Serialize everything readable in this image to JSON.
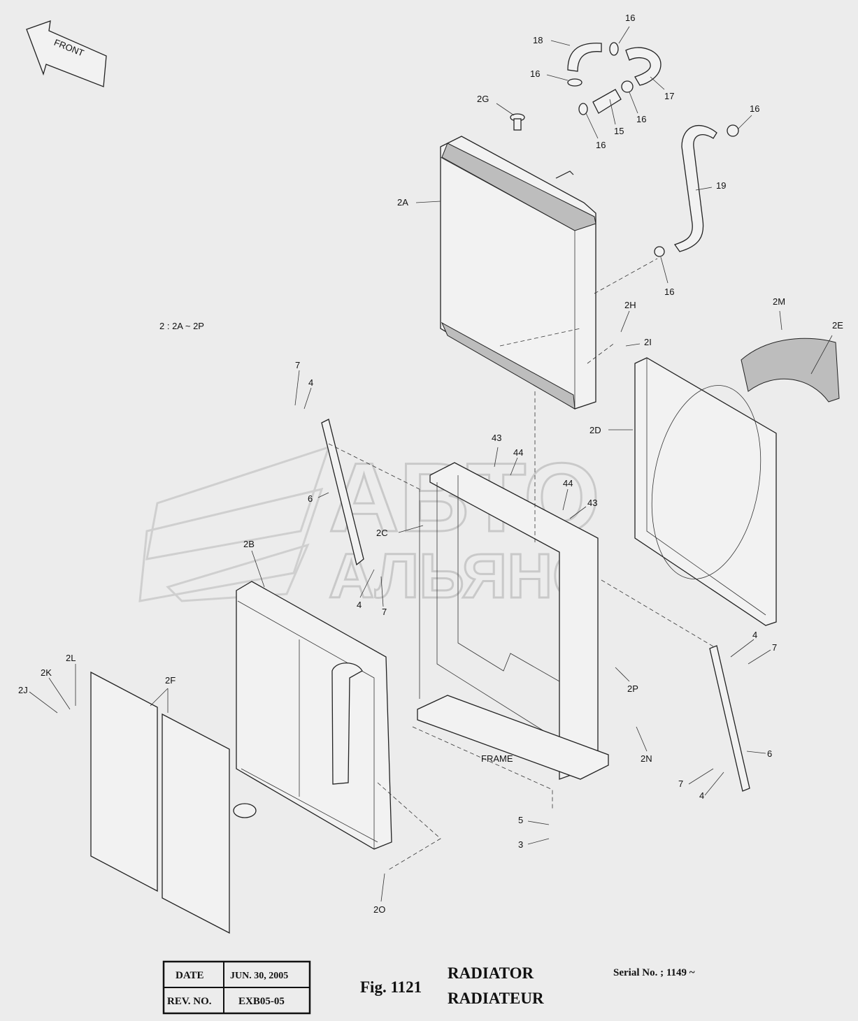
{
  "orientation_label": "FRONT",
  "group_note": "2 : 2A ~ 2P",
  "frame_label": "FRAME",
  "watermark": {
    "line1": "АВТО",
    "line2": "АЛЬЯНС"
  },
  "callouts": {
    "c16a": "16",
    "c18": "18",
    "c16b": "16",
    "c17": "17",
    "c2G": "2G",
    "c16c": "16",
    "c15": "15",
    "c16d": "16",
    "c16e": "16",
    "c19": "19",
    "c2A": "2A",
    "c16f": "16",
    "c2H": "2H",
    "c2I": "2I",
    "c2M": "2M",
    "c2E": "2E",
    "c7a": "7",
    "c4a": "4",
    "c2D": "2D",
    "c43a": "43",
    "c44a": "44",
    "c6a": "6",
    "c44b": "44",
    "c43b": "43",
    "c2C": "2C",
    "c2B": "2B",
    "c4b": "4",
    "c7b": "7",
    "c4c": "4",
    "c7c": "7",
    "c2P": "2P",
    "c2L": "2L",
    "c2K": "2K",
    "c2J": "2J",
    "c2F": "2F",
    "c2N": "2N",
    "c6b": "6",
    "c7d": "7",
    "c4d": "4",
    "c5": "5",
    "c3": "3",
    "c2O": "2O"
  },
  "title_block": {
    "date_label": "DATE",
    "date_value": "JUN. 30, 2005",
    "rev_label": "REV. NO.",
    "rev_value": "EXB05-05",
    "fig_label": "Fig. 1121",
    "title_en": "RADIATOR",
    "title_fr": "RADIATEUR",
    "serial": "Serial No. ; 1149 ~"
  }
}
